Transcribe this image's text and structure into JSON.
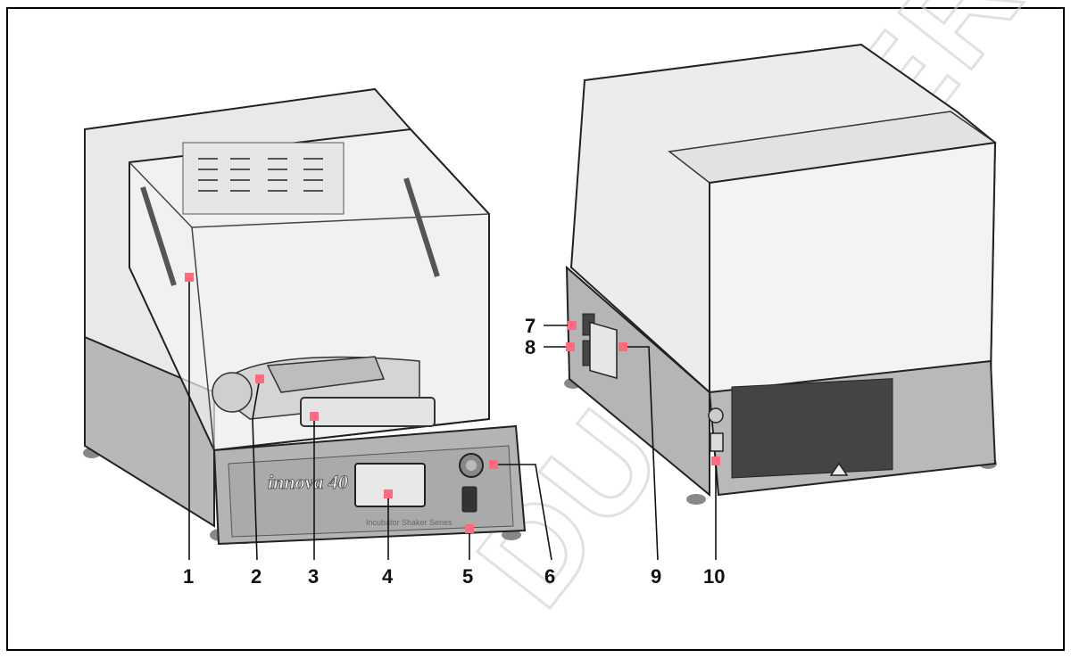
{
  "figure": {
    "brand_text": "innova 40",
    "panel_subtitle": "Incubator Shaker Series",
    "watermark_text": "DUTSCHER",
    "colors": {
      "callout_marker": "#ff6b7d",
      "callout_line": "#e0405a",
      "watermark": "#d0d0d0",
      "body": "#dcdcdc",
      "base": "#b5b5b5"
    },
    "callouts": [
      {
        "id": "1",
        "label": "1"
      },
      {
        "id": "2",
        "label": "2"
      },
      {
        "id": "3",
        "label": "3"
      },
      {
        "id": "4",
        "label": "4"
      },
      {
        "id": "5",
        "label": "5"
      },
      {
        "id": "6",
        "label": "6"
      },
      {
        "id": "7",
        "label": "7"
      },
      {
        "id": "8",
        "label": "8"
      },
      {
        "id": "9",
        "label": "9"
      },
      {
        "id": "10",
        "label": "10"
      }
    ]
  }
}
